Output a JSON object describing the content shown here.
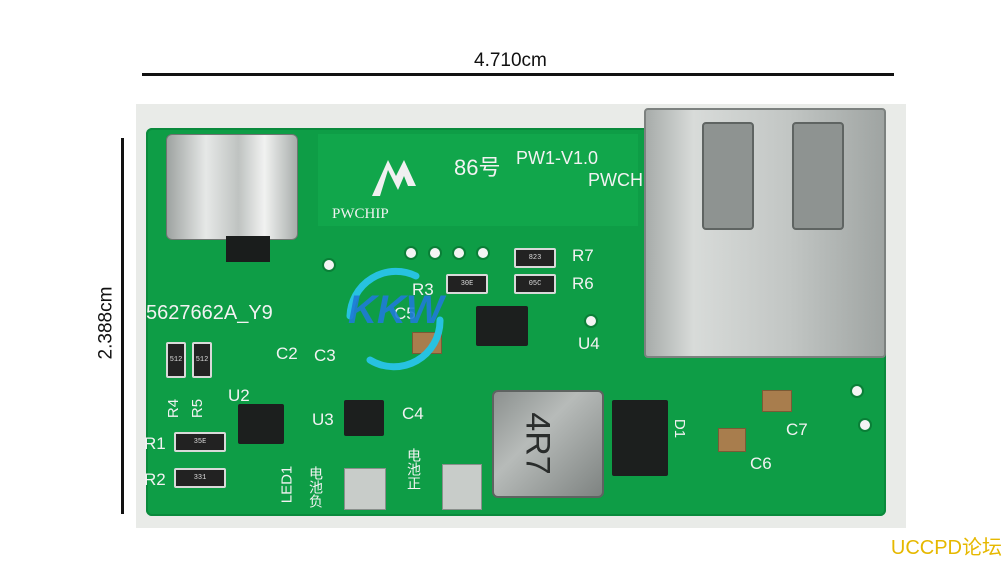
{
  "dimensions": {
    "width_label": "4.710cm",
    "height_label": "2.388cm"
  },
  "board": {
    "number_label": "86号",
    "version_label": "PW1-V1.0",
    "brand_label": "PWCH",
    "logo_text": "PWCHIP",
    "part_label": "5627662A_Y9",
    "inductor_marking": "4R7",
    "components": {
      "R1": "R1",
      "R2": "R2",
      "R3": "R3",
      "R4": "R4",
      "R5": "R5",
      "R6": "R6",
      "R7": "R7",
      "C2": "C2",
      "C3": "C3",
      "C4": "C4",
      "C5": "C5",
      "C6": "C6",
      "C7": "C7",
      "U2": "U2",
      "U3": "U3",
      "U4": "U4",
      "D1": "D1",
      "LED1": "LED1"
    },
    "resistor_codes": {
      "r7": "823",
      "r6": "05C",
      "r3": "30E",
      "r4": "512",
      "r5": "512",
      "r1": "35E",
      "r2": "331"
    },
    "battery_neg_label": "电池负",
    "battery_pos_label": "电池正"
  },
  "overlay_logo": "KKW",
  "watermark": "UCCPD论坛",
  "colors": {
    "pcb_green": "#0e9d46",
    "silkscreen": "#f2f2f2",
    "watermark": "#e6b800",
    "overlay_logo_blue": "#1f7bd8"
  }
}
